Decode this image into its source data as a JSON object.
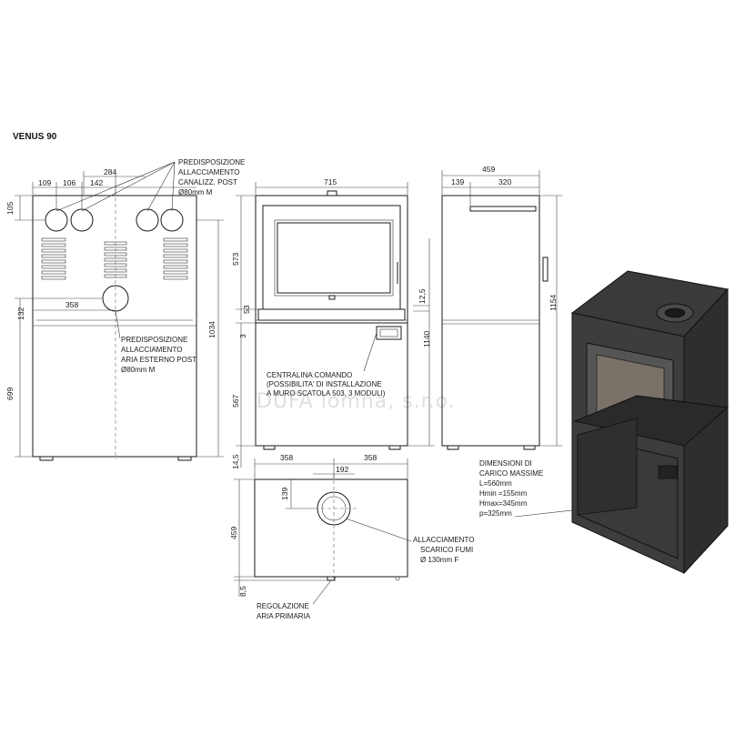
{
  "title": "VENUS 90",
  "watermark": "DUFA lomna, s.r.o.",
  "back_view": {
    "dims_top": [
      "109",
      "106",
      "142",
      "284"
    ],
    "dim_left_top": "105",
    "dim_358": "358",
    "dim_132": "132",
    "dim_1034": "1034",
    "dim_699": "699",
    "note_canal": [
      "PREDISPOSIZIONE",
      "ALLACCIAMENTO",
      "CANALIZZ. POST",
      "Ø80mm M"
    ],
    "note_air": [
      "PREDISPOSIZIONE",
      "ALLACCIAMENTO",
      "ARIA ESTERNO POST",
      "Ø80mm M"
    ]
  },
  "front_view": {
    "dim_width": "715",
    "dim_573": "573",
    "dim_53": "53",
    "dim_3": "3",
    "dim_567": "567",
    "dim_145": "14,5",
    "dim_125": "12,5",
    "dim_1140": "1140",
    "note_control": [
      "CENTRALINA COMANDO",
      "(POSSIBILITA' DI INSTALLAZIONE",
      "A MURO SCATOLA 503, 3 MODULI)"
    ]
  },
  "side_view": {
    "dim_459": "459",
    "dim_139": "139",
    "dim_320": "320",
    "dim_1154": "1154"
  },
  "top_view": {
    "dim_358a": "358",
    "dim_358b": "358",
    "dim_192": "192",
    "dim_139": "139",
    "dim_459": "459",
    "dim_85": "8,5",
    "note_flue": [
      "ALLACCIAMENTO",
      "SCARICO FUMI",
      "Ø 130mm F"
    ],
    "note_primary": [
      "REGOLAZIONE",
      "ARIA PRIMARIA"
    ]
  },
  "load_note": [
    "DIMENSIONI DI",
    "CARICO MASSIME",
    "L=560mm",
    "Hmin =155mm",
    "Hmax=345mm",
    "p=325mm"
  ]
}
